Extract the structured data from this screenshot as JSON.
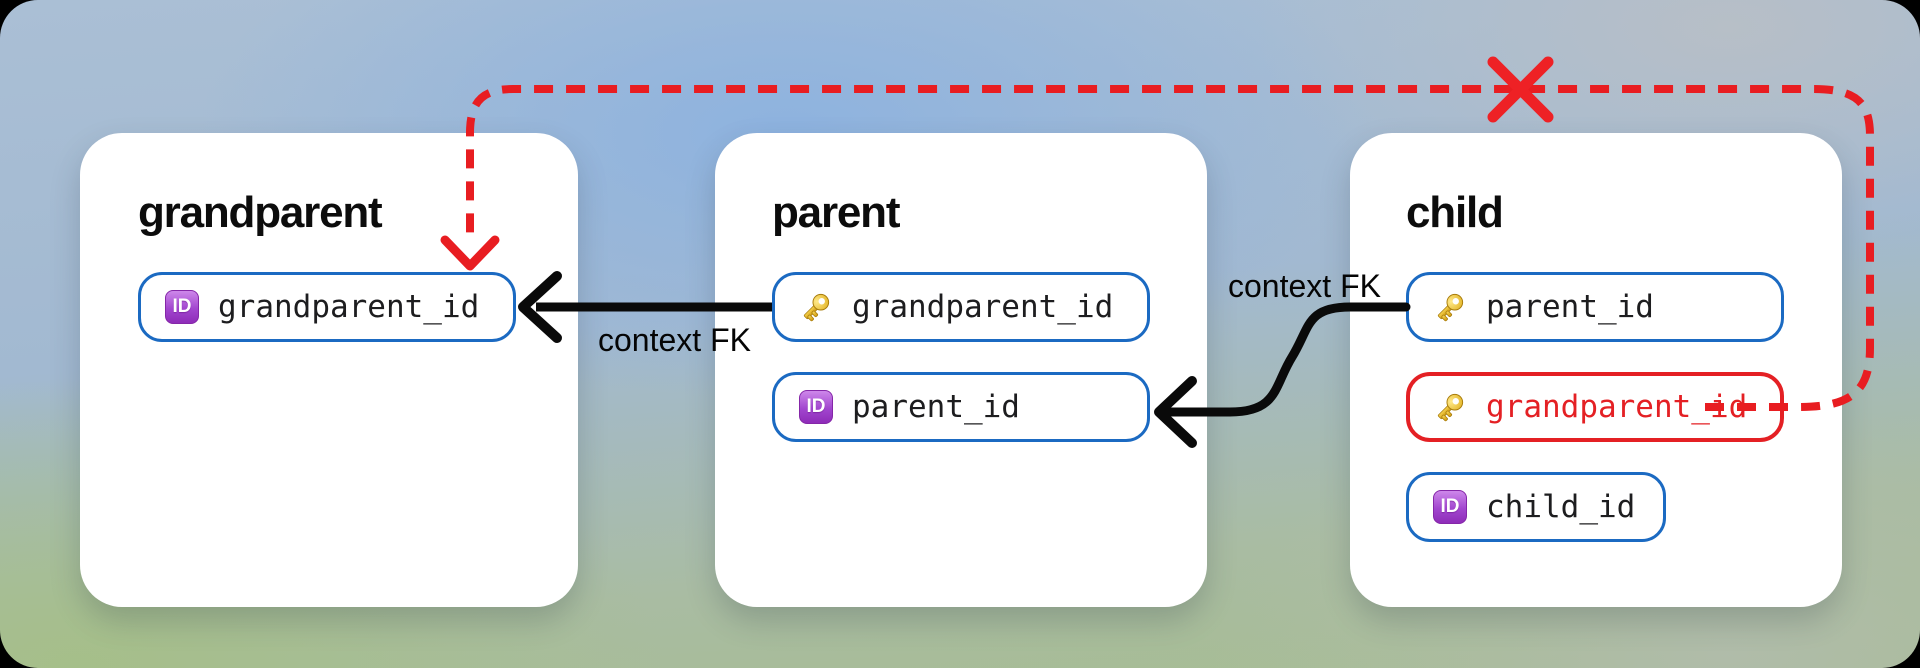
{
  "diagram": {
    "tables": [
      {
        "name": "grandparent",
        "columns": [
          {
            "label": "grandparent_id",
            "icon": "id-badge-icon",
            "status": "normal"
          }
        ]
      },
      {
        "name": "parent",
        "columns": [
          {
            "label": "grandparent_id",
            "icon": "key-icon",
            "status": "normal"
          },
          {
            "label": "parent_id",
            "icon": "id-badge-icon",
            "status": "normal"
          }
        ]
      },
      {
        "name": "child",
        "columns": [
          {
            "label": "parent_id",
            "icon": "key-icon",
            "status": "normal"
          },
          {
            "label": "grandparent_id",
            "icon": "key-icon",
            "status": "invalid"
          },
          {
            "label": "child_id",
            "icon": "id-badge-icon",
            "status": "normal"
          }
        ]
      }
    ],
    "edges": [
      {
        "from": "parent.grandparent_id",
        "to": "grandparent.grandparent_id",
        "label": "context FK",
        "style": "solid"
      },
      {
        "from": "child.parent_id",
        "to": "parent.parent_id",
        "label": "context FK",
        "style": "solid"
      },
      {
        "from": "child.grandparent_id",
        "to": "grandparent.grandparent_id",
        "label": "",
        "style": "dashed",
        "status": "invalid"
      }
    ],
    "icons": {
      "id_badge_text": "ID",
      "primary_key_icon": "key-icon",
      "identifier_icon": "id-badge-icon",
      "invalid_marker": "red-cross-icon"
    },
    "colors": {
      "card_background": "#ffffff",
      "column_border_blue": "#1b6ac2",
      "invalid_red": "#e42024",
      "arrow_black": "#0a0a0a",
      "id_badge_purple": "#8e2cb8",
      "key_gold": "#e8b923"
    }
  }
}
